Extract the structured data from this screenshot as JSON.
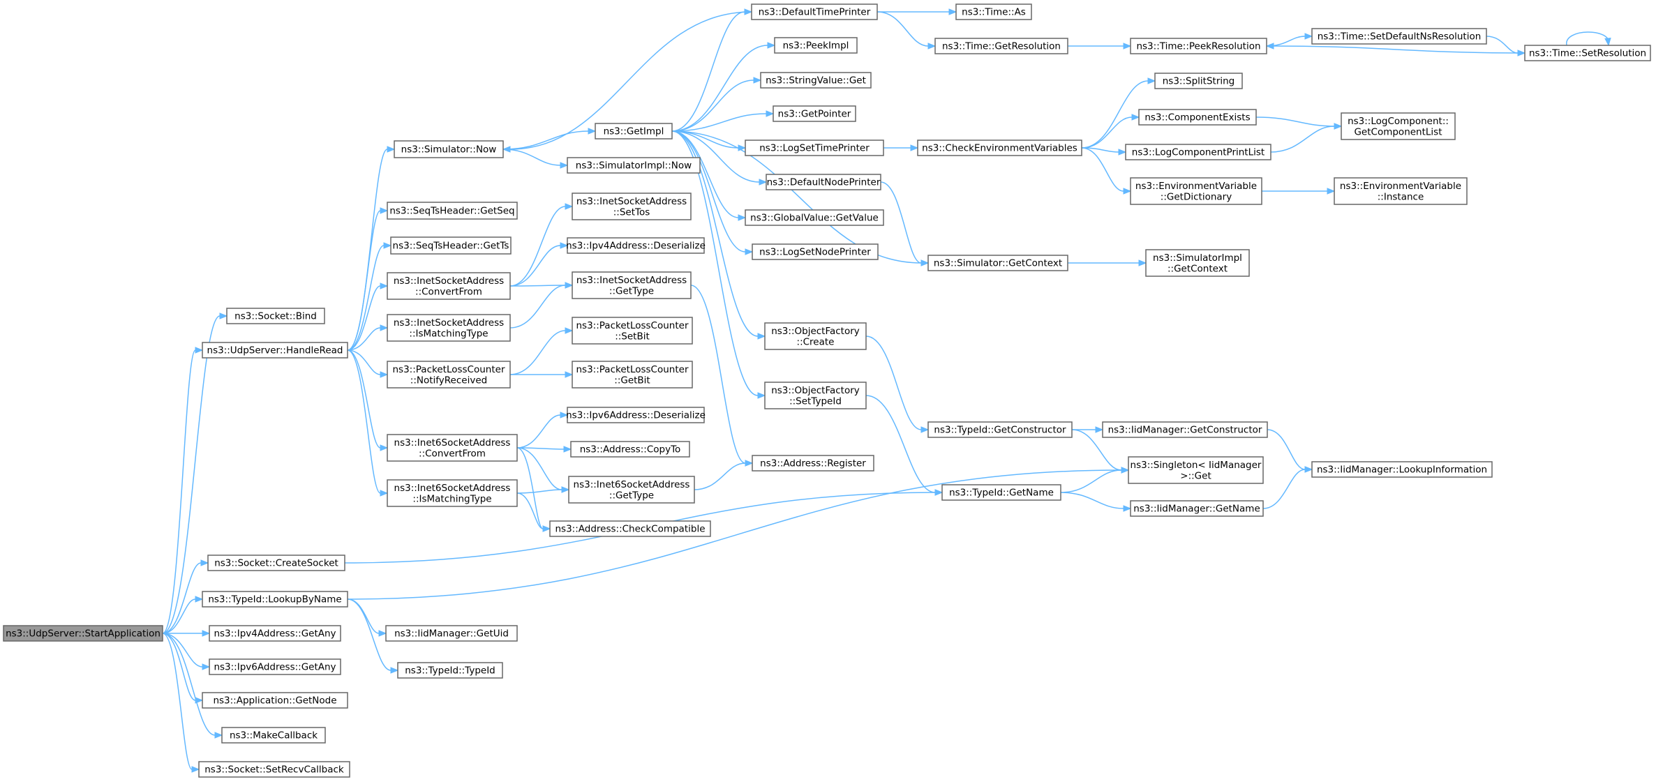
{
  "graph": {
    "colors": {
      "edge": "#63b8ff",
      "border": "#666666",
      "root_fill": "#999999",
      "node_fill": "#ffffff"
    },
    "nodes": [
      {
        "id": "start_application",
        "lines": [
          "ns3::UdpServer::StartApplication"
        ],
        "root": true
      },
      {
        "id": "socket_bind",
        "lines": [
          "ns3::Socket::Bind"
        ]
      },
      {
        "id": "handle_read",
        "lines": [
          "ns3::UdpServer::HandleRead"
        ]
      },
      {
        "id": "create_socket",
        "lines": [
          "ns3::Socket::CreateSocket"
        ]
      },
      {
        "id": "lookup_by_name",
        "lines": [
          "ns3::TypeId::LookupByName"
        ]
      },
      {
        "id": "ipv4_get_any",
        "lines": [
          "ns3::Ipv4Address::GetAny"
        ]
      },
      {
        "id": "ipv6_get_any",
        "lines": [
          "ns3::Ipv6Address::GetAny"
        ]
      },
      {
        "id": "application_get_node",
        "lines": [
          "ns3::Application::GetNode"
        ]
      },
      {
        "id": "make_callback",
        "lines": [
          "ns3::MakeCallback"
        ]
      },
      {
        "id": "set_recv_callback",
        "lines": [
          "ns3::Socket::SetRecvCallback"
        ]
      },
      {
        "id": "simulator_now",
        "lines": [
          "ns3::Simulator::Now"
        ]
      },
      {
        "id": "seqts_get_seq",
        "lines": [
          "ns3::SeqTsHeader::GetSeq"
        ]
      },
      {
        "id": "seqts_get_ts",
        "lines": [
          "ns3::SeqTsHeader::GetTs"
        ]
      },
      {
        "id": "inet_convert_from",
        "lines": [
          "ns3::InetSocketAddress",
          "::ConvertFrom"
        ]
      },
      {
        "id": "inet_is_matching",
        "lines": [
          "ns3::InetSocketAddress",
          "::IsMatchingType"
        ]
      },
      {
        "id": "plc_notify_received",
        "lines": [
          "ns3::PacketLossCounter",
          "::NotifyReceived"
        ]
      },
      {
        "id": "inet6_convert_from",
        "lines": [
          "ns3::Inet6SocketAddress",
          "::ConvertFrom"
        ]
      },
      {
        "id": "inet6_is_matching",
        "lines": [
          "ns3::Inet6SocketAddress",
          "::IsMatchingType"
        ]
      },
      {
        "id": "iid_get_uid",
        "lines": [
          "ns3::IidManager::GetUid"
        ]
      },
      {
        "id": "typeid_typeid",
        "lines": [
          "ns3::TypeId::TypeId"
        ]
      },
      {
        "id": "default_time_printer",
        "lines": [
          "ns3::DefaultTimePrinter"
        ]
      },
      {
        "id": "get_impl",
        "lines": [
          "ns3::GetImpl"
        ]
      },
      {
        "id": "simimpl_now",
        "lines": [
          "ns3::SimulatorImpl::Now"
        ]
      },
      {
        "id": "inet_set_tos",
        "lines": [
          "ns3::InetSocketAddress",
          "::SetTos"
        ]
      },
      {
        "id": "ipv4_deserialize",
        "lines": [
          "ns3::Ipv4Address::Deserialize"
        ]
      },
      {
        "id": "inet_get_type",
        "lines": [
          "ns3::InetSocketAddress",
          "::GetType"
        ]
      },
      {
        "id": "plc_set_bit",
        "lines": [
          "ns3::PacketLossCounter",
          "::SetBit"
        ]
      },
      {
        "id": "plc_get_bit",
        "lines": [
          "ns3::PacketLossCounter",
          "::GetBit"
        ]
      },
      {
        "id": "ipv6_deserialize",
        "lines": [
          "ns3::Ipv6Address::Deserialize"
        ]
      },
      {
        "id": "address_copy_to",
        "lines": [
          "ns3::Address::CopyTo"
        ]
      },
      {
        "id": "inet6_get_type",
        "lines": [
          "ns3::Inet6SocketAddress",
          "::GetType"
        ]
      },
      {
        "id": "address_check_compatible",
        "lines": [
          "ns3::Address::CheckCompatible"
        ]
      },
      {
        "id": "peek_impl",
        "lines": [
          "ns3::PeekImpl"
        ]
      },
      {
        "id": "string_value_get",
        "lines": [
          "ns3::StringValue::Get"
        ]
      },
      {
        "id": "get_pointer",
        "lines": [
          "ns3::GetPointer"
        ]
      },
      {
        "id": "log_set_time_printer",
        "lines": [
          "ns3::LogSetTimePrinter"
        ]
      },
      {
        "id": "default_node_printer",
        "lines": [
          "ns3::DefaultNodePrinter"
        ]
      },
      {
        "id": "global_value_get_value",
        "lines": [
          "ns3::GlobalValue::GetValue"
        ]
      },
      {
        "id": "log_set_node_printer",
        "lines": [
          "ns3::LogSetNodePrinter"
        ]
      },
      {
        "id": "object_factory_create",
        "lines": [
          "ns3::ObjectFactory",
          "::Create"
        ]
      },
      {
        "id": "object_factory_set_typeid",
        "lines": [
          "ns3::ObjectFactory",
          "::SetTypeId"
        ]
      },
      {
        "id": "address_register",
        "lines": [
          "ns3::Address::Register"
        ]
      },
      {
        "id": "time_as",
        "lines": [
          "ns3::Time::As"
        ]
      },
      {
        "id": "time_get_resolution",
        "lines": [
          "ns3::Time::GetResolution"
        ]
      },
      {
        "id": "check_env_vars",
        "lines": [
          "ns3::CheckEnvironmentVariables"
        ]
      },
      {
        "id": "simulator_get_context",
        "lines": [
          "ns3::Simulator::GetContext"
        ]
      },
      {
        "id": "typeid_get_constructor",
        "lines": [
          "ns3::TypeId::GetConstructor"
        ]
      },
      {
        "id": "typeid_get_name",
        "lines": [
          "ns3::TypeId::GetName"
        ]
      },
      {
        "id": "time_peek_resolution",
        "lines": [
          "ns3::Time::PeekResolution"
        ]
      },
      {
        "id": "split_string",
        "lines": [
          "ns3::SplitString"
        ]
      },
      {
        "id": "component_exists",
        "lines": [
          "ns3::ComponentExists"
        ]
      },
      {
        "id": "log_component_print_list",
        "lines": [
          "ns3::LogComponentPrintList"
        ]
      },
      {
        "id": "env_get_dictionary",
        "lines": [
          "ns3::EnvironmentVariable",
          "::GetDictionary"
        ]
      },
      {
        "id": "simimpl_get_context",
        "lines": [
          "ns3::SimulatorImpl",
          "::GetContext"
        ]
      },
      {
        "id": "iid_get_constructor",
        "lines": [
          "ns3::IidManager::GetConstructor"
        ]
      },
      {
        "id": "singleton_get",
        "lines": [
          "ns3::Singleton< IidManager",
          " >::Get"
        ]
      },
      {
        "id": "iid_get_name",
        "lines": [
          "ns3::IidManager::GetName"
        ]
      },
      {
        "id": "time_set_default_ns",
        "lines": [
          "ns3::Time::SetDefaultNsResolution"
        ]
      },
      {
        "id": "log_get_component_list",
        "lines": [
          "ns3::LogComponent::",
          "GetComponentList"
        ]
      },
      {
        "id": "env_instance",
        "lines": [
          "ns3::EnvironmentVariable",
          "::Instance"
        ]
      },
      {
        "id": "iid_lookup_information",
        "lines": [
          "ns3::IidManager::LookupInformation"
        ]
      },
      {
        "id": "time_set_resolution",
        "lines": [
          "ns3::Time::SetResolution"
        ]
      }
    ],
    "edges": [
      [
        "start_application",
        "socket_bind"
      ],
      [
        "start_application",
        "handle_read"
      ],
      [
        "start_application",
        "create_socket"
      ],
      [
        "start_application",
        "lookup_by_name"
      ],
      [
        "start_application",
        "ipv4_get_any"
      ],
      [
        "start_application",
        "ipv6_get_any"
      ],
      [
        "start_application",
        "application_get_node"
      ],
      [
        "start_application",
        "make_callback"
      ],
      [
        "start_application",
        "set_recv_callback"
      ],
      [
        "handle_read",
        "simulator_now"
      ],
      [
        "handle_read",
        "seqts_get_seq"
      ],
      [
        "handle_read",
        "seqts_get_ts"
      ],
      [
        "handle_read",
        "inet_convert_from"
      ],
      [
        "handle_read",
        "inet_is_matching"
      ],
      [
        "handle_read",
        "plc_notify_received"
      ],
      [
        "handle_read",
        "inet6_convert_from"
      ],
      [
        "handle_read",
        "inet6_is_matching"
      ],
      [
        "simulator_now",
        "get_impl"
      ],
      [
        "simulator_now",
        "simimpl_now"
      ],
      [
        "default_time_printer",
        "simulator_now"
      ],
      [
        "default_time_printer",
        "time_as"
      ],
      [
        "default_time_printer",
        "time_get_resolution"
      ],
      [
        "get_impl",
        "default_time_printer"
      ],
      [
        "get_impl",
        "peek_impl"
      ],
      [
        "get_impl",
        "string_value_get"
      ],
      [
        "get_impl",
        "get_pointer"
      ],
      [
        "get_impl",
        "log_set_time_printer"
      ],
      [
        "get_impl",
        "default_node_printer"
      ],
      [
        "get_impl",
        "global_value_get_value"
      ],
      [
        "get_impl",
        "log_set_node_printer"
      ],
      [
        "get_impl",
        "object_factory_create"
      ],
      [
        "get_impl",
        "object_factory_set_typeid"
      ],
      [
        "get_impl",
        "simulator_get_context"
      ],
      [
        "inet_convert_from",
        "inet_set_tos"
      ],
      [
        "inet_convert_from",
        "ipv4_deserialize"
      ],
      [
        "inet_convert_from",
        "inet_get_type"
      ],
      [
        "inet_is_matching",
        "inet_get_type"
      ],
      [
        "plc_notify_received",
        "plc_set_bit"
      ],
      [
        "plc_notify_received",
        "plc_get_bit"
      ],
      [
        "inet6_convert_from",
        "ipv6_deserialize"
      ],
      [
        "inet6_convert_from",
        "address_copy_to"
      ],
      [
        "inet6_convert_from",
        "inet6_get_type"
      ],
      [
        "inet6_convert_from",
        "address_check_compatible"
      ],
      [
        "inet6_is_matching",
        "inet6_get_type"
      ],
      [
        "inet6_is_matching",
        "address_check_compatible"
      ],
      [
        "inet_get_type",
        "address_register"
      ],
      [
        "inet6_get_type",
        "address_register"
      ],
      [
        "lookup_by_name",
        "iid_get_uid"
      ],
      [
        "lookup_by_name",
        "typeid_typeid"
      ],
      [
        "lookup_by_name",
        "singleton_get"
      ],
      [
        "create_socket",
        "typeid_get_name"
      ],
      [
        "log_set_time_printer",
        "check_env_vars"
      ],
      [
        "default_node_printer",
        "simulator_get_context"
      ],
      [
        "object_factory_create",
        "typeid_get_constructor"
      ],
      [
        "object_factory_set_typeid",
        "typeid_get_name"
      ],
      [
        "time_get_resolution",
        "time_peek_resolution"
      ],
      [
        "time_peek_resolution",
        "time_set_default_ns"
      ],
      [
        "time_set_default_ns",
        "time_set_resolution"
      ],
      [
        "time_set_resolution",
        "time_peek_resolution"
      ],
      [
        "time_set_resolution",
        "time_set_resolution"
      ],
      [
        "check_env_vars",
        "split_string"
      ],
      [
        "check_env_vars",
        "component_exists"
      ],
      [
        "check_env_vars",
        "log_component_print_list"
      ],
      [
        "check_env_vars",
        "env_get_dictionary"
      ],
      [
        "component_exists",
        "log_get_component_list"
      ],
      [
        "log_component_print_list",
        "log_get_component_list"
      ],
      [
        "env_get_dictionary",
        "env_instance"
      ],
      [
        "simulator_get_context",
        "simimpl_get_context"
      ],
      [
        "typeid_get_constructor",
        "iid_get_constructor"
      ],
      [
        "typeid_get_constructor",
        "singleton_get"
      ],
      [
        "typeid_get_name",
        "singleton_get"
      ],
      [
        "typeid_get_name",
        "iid_get_name"
      ],
      [
        "iid_get_constructor",
        "iid_lookup_information"
      ],
      [
        "iid_get_name",
        "iid_lookup_information"
      ]
    ]
  }
}
